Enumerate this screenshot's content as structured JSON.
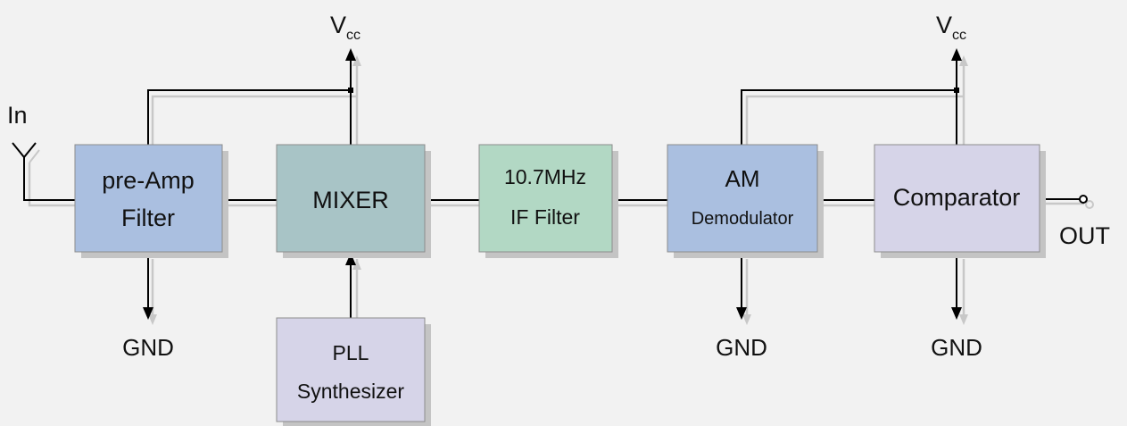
{
  "blocks": {
    "preamp": {
      "line1": "pre-Amp",
      "line2": "Filter",
      "fill": "#aabfe0"
    },
    "mixer": {
      "line1": "MIXER",
      "fill": "#a8c4c6"
    },
    "iffilter": {
      "line1": "10.7MHz",
      "line2": "IF Filter",
      "fill": "#b2d8c4"
    },
    "demod": {
      "line1": "AM",
      "line2": "Demodulator",
      "fill": "#aabfe0"
    },
    "comparator": {
      "line1": "Comparator",
      "fill": "#d6d4e8"
    },
    "pll": {
      "line1": "PLL",
      "line2": "Synthesizer",
      "fill": "#d6d4e8"
    }
  },
  "labels": {
    "input": "In",
    "output": "OUT",
    "vcc_main": "V",
    "vcc_sub": "cc",
    "ground": "GND"
  },
  "colors": {
    "background": "#f2f2f2",
    "wire": "#000000",
    "wire_shadow": "#c8c8c8",
    "block_shadow": "#c4c4c4",
    "block_border": "#8c8c8c"
  }
}
